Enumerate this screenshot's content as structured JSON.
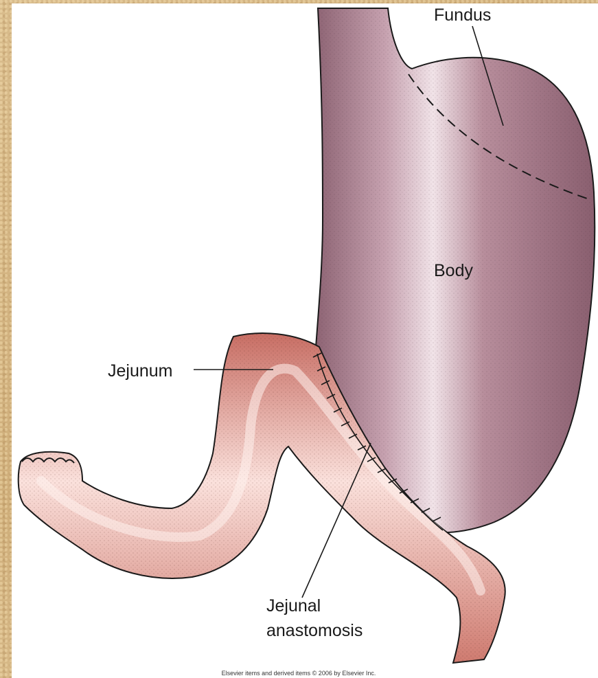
{
  "labels": {
    "fundus": "Fundus",
    "body": "Body",
    "jejunum": "Jejunum",
    "anastomosis_line1": "Jejunal",
    "anastomosis_line2": "anastomosis"
  },
  "copyright": "Elsevier items and derived items © 2006 by Elsevier Inc.",
  "colors": {
    "stomach": "#b78f9c",
    "stomach_shadow": "#8e6474",
    "stomach_highlight": "#f1e3e8",
    "jejunum": "#e59a90",
    "jejunum_shadow": "#c86e64",
    "jejunum_highlight": "#fbe1dc",
    "outline": "#1a1a1a",
    "background_frame": "#d8b98a"
  }
}
